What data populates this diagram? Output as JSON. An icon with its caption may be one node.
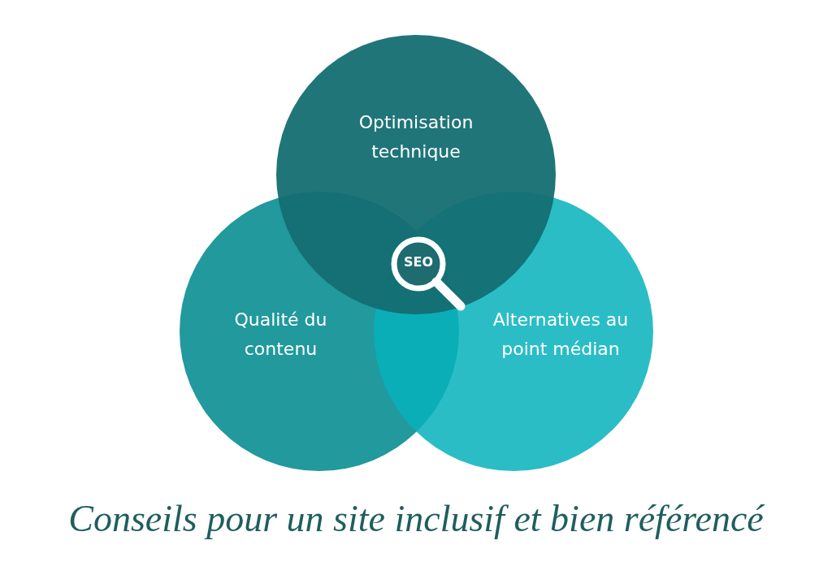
{
  "diagram": {
    "caption": "Conseils pour un site inclusif et bien référencé",
    "nodes": [
      {
        "text": [
          "Optimisation technique"
        ]
      },
      {
        "text": [
          "Qualité du contenu"
        ]
      },
      {
        "text": [
          "Alternatives au point médian"
        ]
      }
    ],
    "labels": [
      "SEO"
    ]
  }
}
